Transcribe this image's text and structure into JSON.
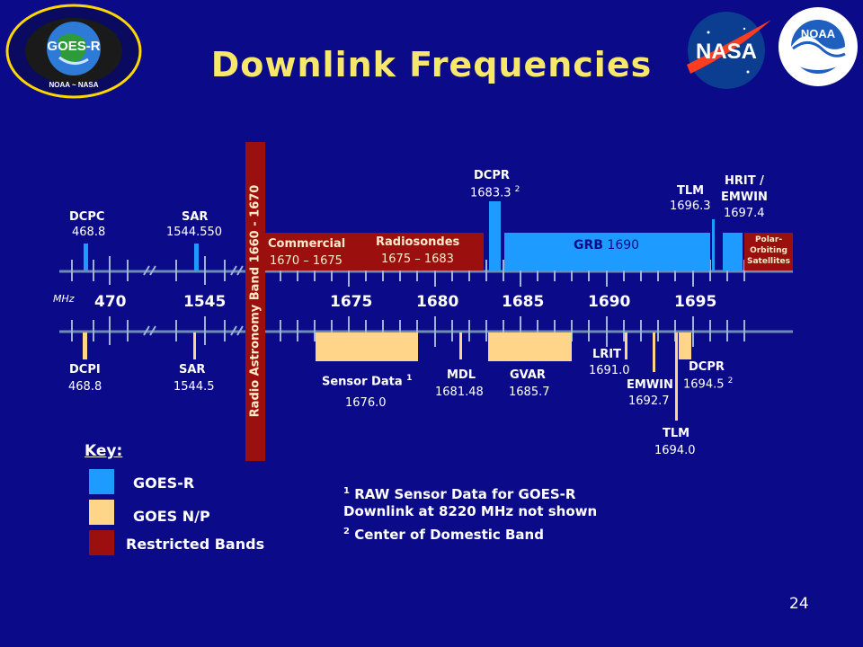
{
  "slide": {
    "title": "Downlink Frequencies",
    "page_number": "24",
    "logos": {
      "goes_text": "GOES-R",
      "goes_ring": "NOAA ~ NASA",
      "nasa": "NASA",
      "noaa": "NOAA"
    }
  },
  "axis": {
    "unit": "MHz",
    "ticks": [
      "470",
      "1545",
      "1675",
      "1680",
      "1685",
      "1690",
      "1695"
    ]
  },
  "radio_band": "Radio Astronomy Band 1660 - 1670",
  "top": {
    "dcpc_label": "DCPC",
    "dcpc_value": "468.8",
    "sar_label": "SAR",
    "sar_value": "1544.550",
    "commercial_label": "Commercial",
    "commercial_value": "1670 – 1675",
    "radiosondes_label": "Radiosondes",
    "radiosondes_value": "1675 – 1683",
    "dcpr_label": "DCPR",
    "dcpr_value": "1683.3",
    "dcpr_sup": "2",
    "grb_label": "GRB",
    "grb_value": "1690",
    "tlm_label": "TLM",
    "tlm_value": "1696.3",
    "hrit_label": "HRIT /",
    "hrit_label2": "EMWIN",
    "hrit_value": "1697.4",
    "polar_label": "Polar-\nOrbiting\nSatellites"
  },
  "bottom": {
    "dcpi_label": "DCPI",
    "dcpi_value": "468.8",
    "sar_label": "SAR",
    "sar_value": "1544.5",
    "sensor_label": "Sensor Data",
    "sensor_sup": "1",
    "sensor_value": "1676.0",
    "mdl_label": "MDL",
    "mdl_value": "1681.48",
    "gvar_label": "GVAR",
    "gvar_value": "1685.7",
    "lrit_label": "LRIT",
    "lrit_value": "1691.0",
    "emwin_label": "EMWIN",
    "emwin_value": "1692.7",
    "tlm_label": "TLM",
    "tlm_value": "1694.0",
    "dcpr_label": "DCPR",
    "dcpr_value": "1694.5",
    "dcpr_sup": "2"
  },
  "key": {
    "title": "Key:",
    "items": [
      {
        "label": "GOES-R",
        "color": "#1e9bff"
      },
      {
        "label": "GOES N/P",
        "color": "#ffd58a"
      },
      {
        "label": "Restricted Bands",
        "color": "#9b0f0f"
      }
    ]
  },
  "notes": {
    "n1_sup": "1",
    "n1_line1": "RAW Sensor Data for GOES-R",
    "n1_line2": "Downlink at 8220 MHz not shown",
    "n2_sup": "2",
    "n2_line": "Center of Domestic Band"
  },
  "colors": {
    "background": "#0b0b8a",
    "title": "#f7e86c",
    "goes_r": "#1e9bff",
    "goes_np": "#ffd58a",
    "restricted": "#9b0f0f",
    "axis": "#6e8bb5"
  }
}
